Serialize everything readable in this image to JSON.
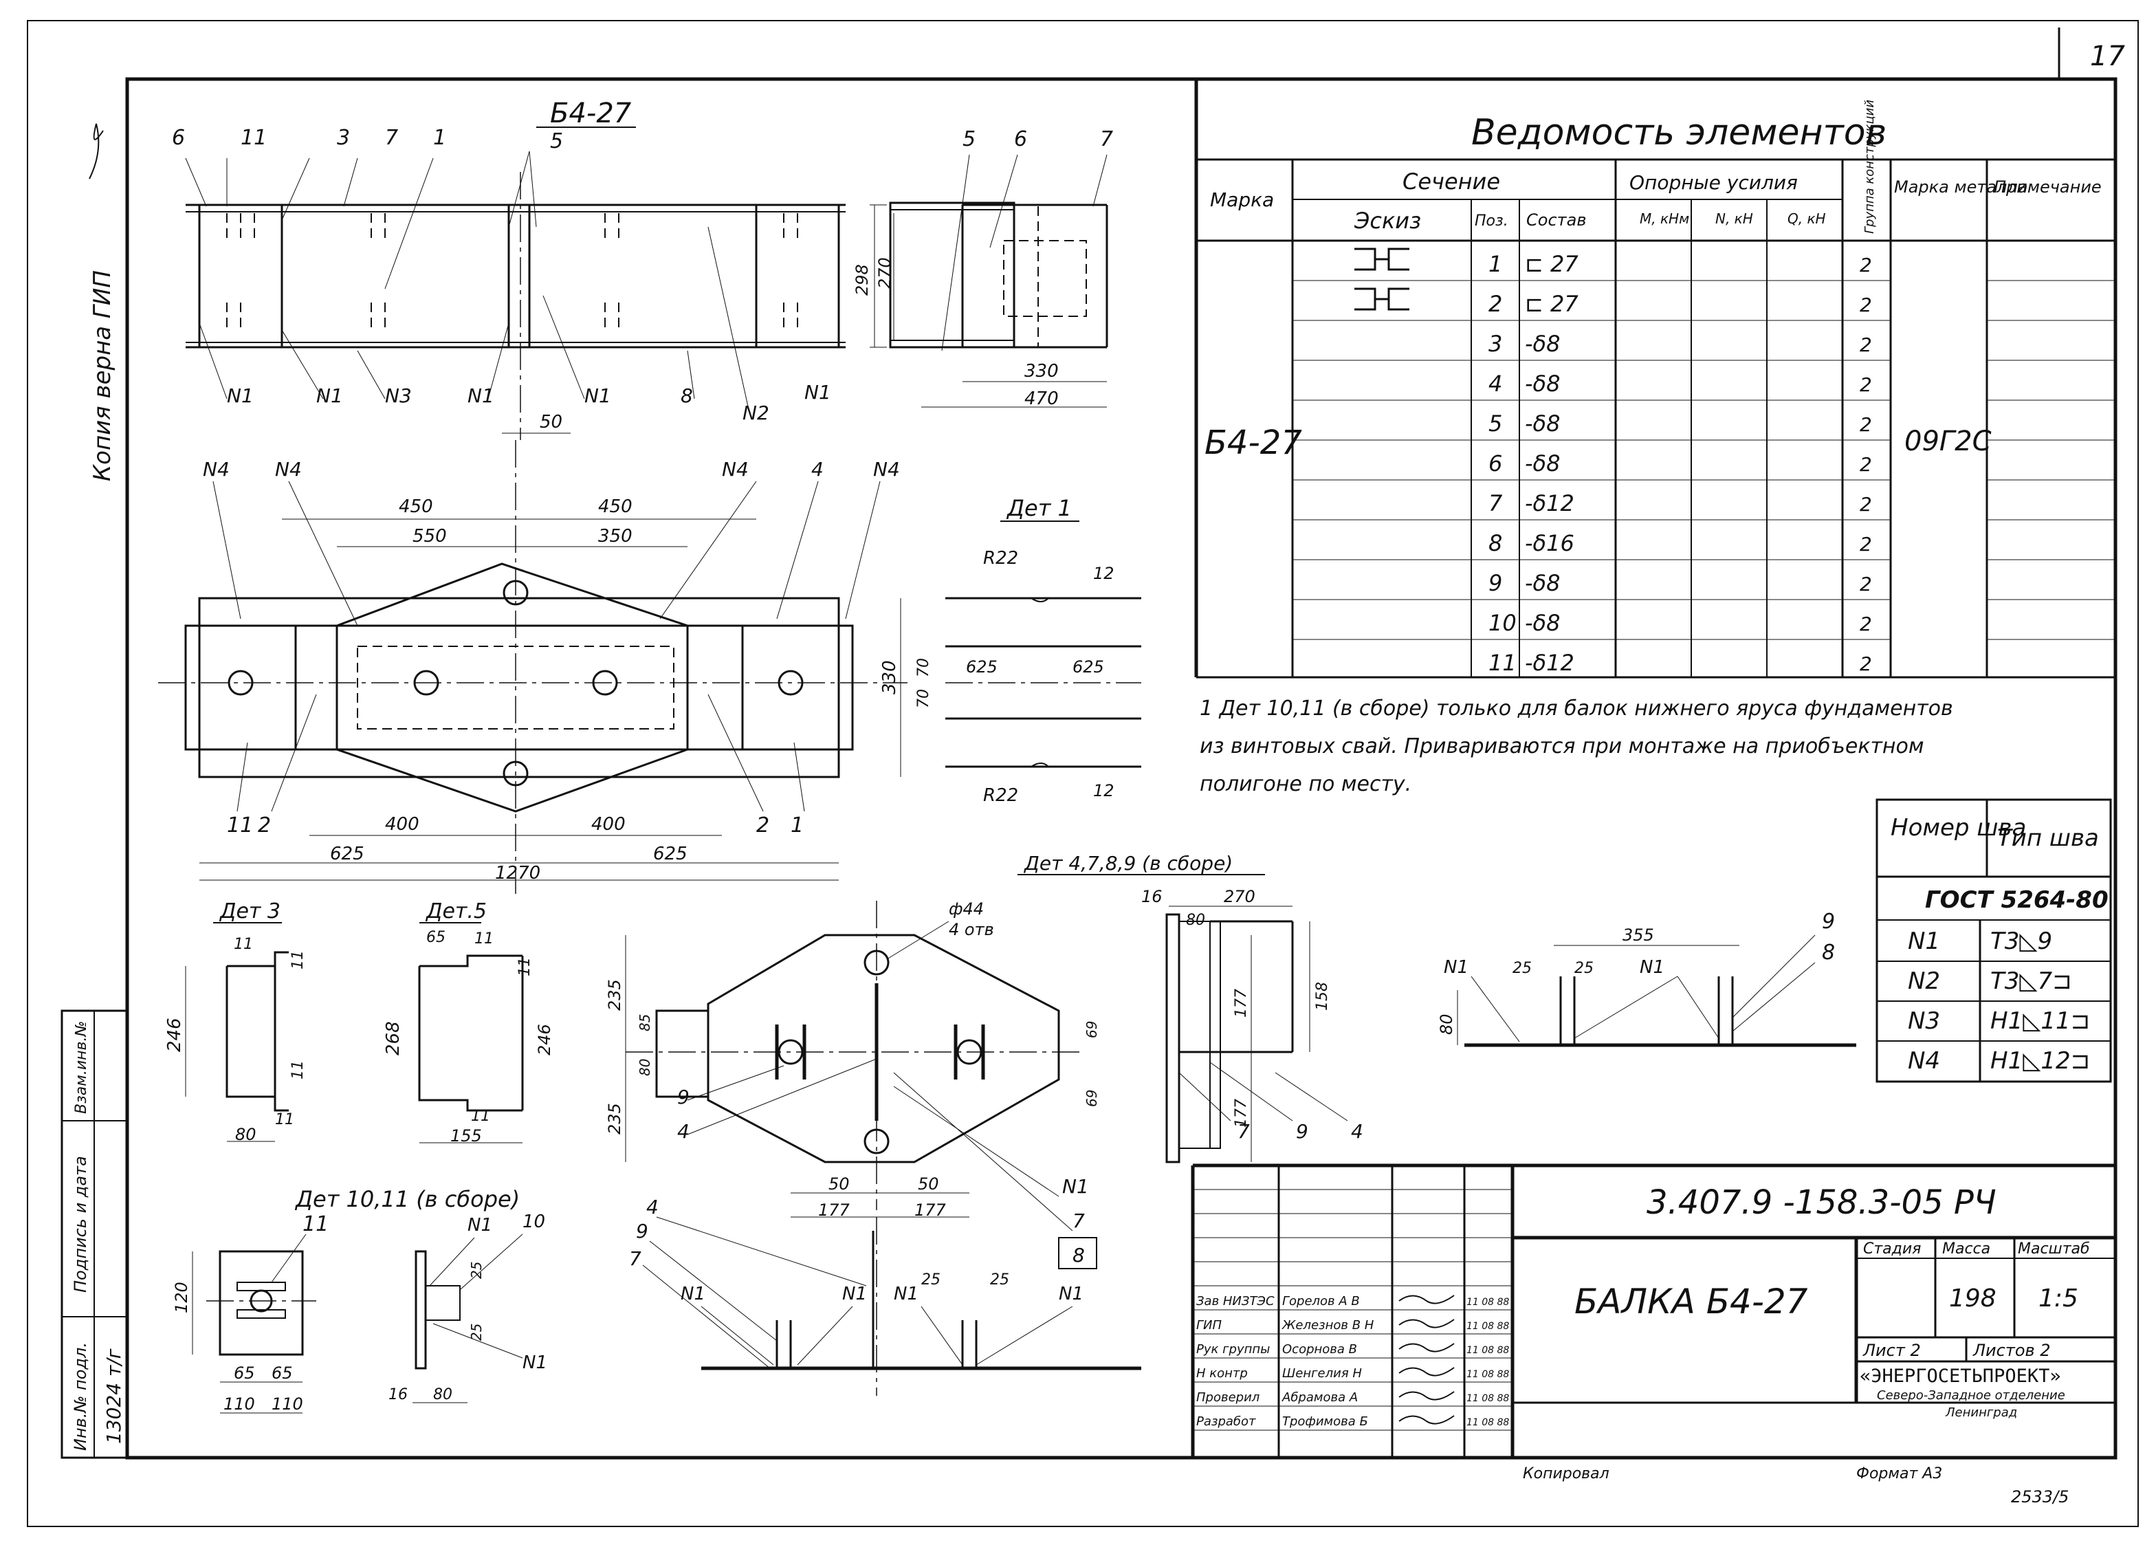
{
  "sheet": {
    "page_number": "17",
    "copy_note": "Копия верна ГИП",
    "bottom_number": "2533/5"
  },
  "main_view": {
    "title": "Б4-27",
    "callouts_top": [
      "6",
      "11",
      "3",
      "7",
      "1",
      "5"
    ],
    "callouts_top_right": [
      "5",
      "6",
      "7"
    ],
    "weld_marks_bottom": [
      "N1",
      "N1",
      "N3",
      "N1",
      "N1",
      "8",
      "N2",
      "N1"
    ],
    "dim_50": "50",
    "side_dims": {
      "h1": "298",
      "h2": "270",
      "w1": "330",
      "w2": "470"
    }
  },
  "plan_view": {
    "callouts": [
      "N4",
      "N4",
      "N4",
      "4",
      "N4"
    ],
    "dims_top": [
      "450",
      "450",
      "550",
      "350"
    ],
    "dims_bottom": [
      "400",
      "400",
      "625",
      "625",
      "1270"
    ],
    "right_dims": [
      "330",
      "70",
      "70"
    ],
    "parts_bottom": [
      "11",
      "2",
      "2",
      "1"
    ]
  },
  "det1": {
    "title": "Дет 1",
    "r_top": "R22",
    "r_bottom": "R22",
    "d12a": "12",
    "d12b": "12",
    "d625a": "625",
    "d625b": "625"
  },
  "elements_table": {
    "title": "Ведомость элементов",
    "headers": {
      "mark": "Марка",
      "section": "Сечение",
      "sketch": "Эскиз",
      "pos": "Поз.",
      "composition": "Состав",
      "support_forces": "Опорные усилия",
      "m": "M, кНм",
      "n": "N, кН",
      "q": "Q, кН",
      "group": "Группа конструкций",
      "steel": "Марка металла",
      "note": "Примечание"
    },
    "mark": "Б4-27",
    "steel": "09Г2С",
    "rows": [
      {
        "pos": "1",
        "comp": "⊏ 27",
        "group": "2"
      },
      {
        "pos": "2",
        "comp": "⊏ 27",
        "group": "2"
      },
      {
        "pos": "3",
        "comp": "-δ8",
        "group": "2"
      },
      {
        "pos": "4",
        "comp": "-δ8",
        "group": "2"
      },
      {
        "pos": "5",
        "comp": "-δ8",
        "group": "2"
      },
      {
        "pos": "6",
        "comp": "-δ8",
        "group": "2"
      },
      {
        "pos": "7",
        "comp": "-δ12",
        "group": "2"
      },
      {
        "pos": "8",
        "comp": "-δ16",
        "group": "2"
      },
      {
        "pos": "9",
        "comp": "-δ8",
        "group": "2"
      },
      {
        "pos": "10",
        "comp": "-δ8",
        "group": "2"
      },
      {
        "pos": "11",
        "comp": "-δ12",
        "group": "2"
      }
    ]
  },
  "notes": {
    "line1": "1 Дет 10,11 (в сборе) только для балок нижнего яруса фундаментов",
    "line2": "из винтовых свай. Привариваются при монтаже на приобъектном",
    "line3": "полигоне по месту."
  },
  "weld_table": {
    "h_num": "Номер шва",
    "h_type": "Тип шва",
    "gost": "ГОСТ 5264-80",
    "rows": [
      {
        "num": "N1",
        "type": "Т3◺9"
      },
      {
        "num": "N2",
        "type": "Т3◺7⊐"
      },
      {
        "num": "N3",
        "type": "Н1◺11⊐"
      },
      {
        "num": "N4",
        "type": "Н1◺12⊐"
      }
    ]
  },
  "det3": {
    "title": "Дет 3",
    "d11a": "11",
    "d11b": "11",
    "d11c": "11",
    "d11d": "11",
    "h": "246",
    "w": "80"
  },
  "det5": {
    "title": "Дет.5",
    "d65": "65",
    "d11a": "11",
    "d11b": "11",
    "d11c": "11",
    "h1": "268",
    "h2": "246",
    "w": "155"
  },
  "det4789": {
    "title": "Дет 4,7,8,9 (в сборе)",
    "hole": "ф44",
    "holes_count": "4 отв",
    "d235a": "235",
    "d235b": "235",
    "d80": "80",
    "d85": "85",
    "d69a": "69",
    "d69b": "69",
    "d50a": "50",
    "d50b": "50",
    "d177a": "177",
    "d177b": "177",
    "callouts": [
      "9",
      "4",
      "N1",
      "7",
      "8"
    ]
  },
  "det4789_side": {
    "d16": "16",
    "d270": "270",
    "d80": "80",
    "d177a": "177",
    "d177b": "177",
    "d158": "158",
    "callouts": [
      "7",
      "9",
      "4"
    ]
  },
  "weld_detail": {
    "d355": "355",
    "d80": "80",
    "d25a": "25",
    "d25b": "25",
    "callouts": [
      "N1",
      "N1",
      "9",
      "8"
    ]
  },
  "det1011": {
    "title": "Дет 10,11 (в сборе)",
    "callout11": "11",
    "d120": "120",
    "d65a": "65",
    "d65b": "65",
    "d110a": "110",
    "d110b": "110",
    "side_callouts": [
      "N1",
      "10",
      "N1"
    ],
    "d25a": "25",
    "d25b": "25",
    "d16": "16",
    "d80": "80"
  },
  "bottom_section": {
    "callouts": [
      "4",
      "9",
      "7"
    ],
    "welds": [
      "N1",
      "N1",
      "N1",
      "N1"
    ],
    "d25a": "25",
    "d25b": "25"
  },
  "title_block": {
    "code": "3.407.9 -158.3-05 РЧ",
    "name": "БАЛКА Б4-27",
    "stage_h": "Стадия",
    "mass_h": "Масса",
    "scale_h": "Масштаб",
    "mass": "198",
    "scale": "1:5",
    "sheet": "Лист 2",
    "sheets": "Листов 2",
    "org1": "«ЭНЕРГОСЕТЬПРОЕКТ»",
    "org2": "Северо-Западное отделение",
    "org3": "Ленинград",
    "copied": "Копировал",
    "format": "Формат А3",
    "signatures": [
      {
        "role": "Зав НИЗТЭС",
        "name": "Горелов А В",
        "date": "11 08 88"
      },
      {
        "role": "ГИП",
        "name": "Железнов В Н",
        "date": "11 08 88"
      },
      {
        "role": "Рук группы",
        "name": "Осорнова В",
        "date": "11 08 88"
      },
      {
        "role": "Н контр",
        "name": "Шенгелия Н",
        "date": "11 08 88"
      },
      {
        "role": "Проверил",
        "name": "Абрамова А",
        "date": "11 08 88"
      },
      {
        "role": "Разработ",
        "name": "Трофимова Б",
        "date": "11 08 88"
      }
    ]
  },
  "stamp": {
    "inv_label": "Инв.№ подл.",
    "inv_value": "13024 т/г",
    "sign_label": "Подпись и дата",
    "replace_label": "Взам.инв.№"
  }
}
